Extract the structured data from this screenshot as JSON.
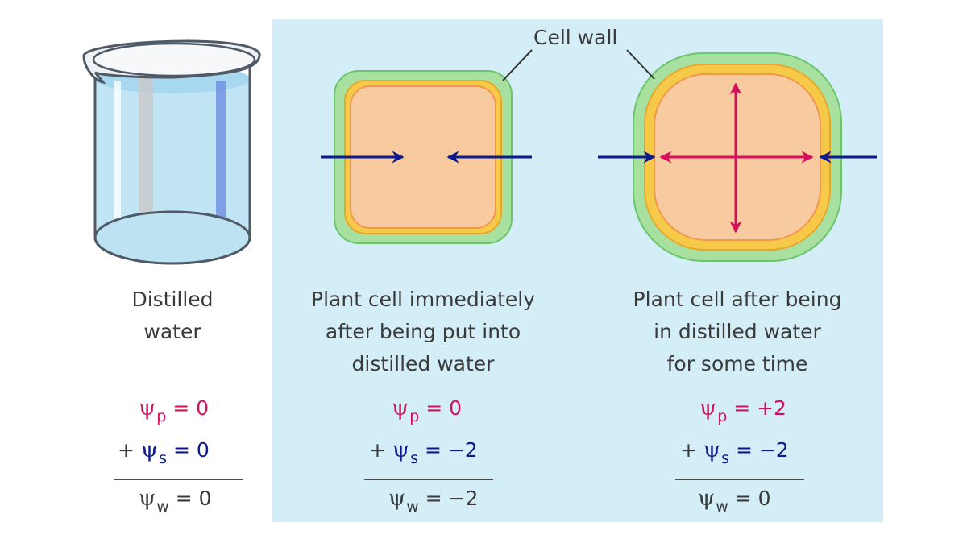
{
  "cell_wall_label": "Cell wall",
  "columns": [
    {
      "caption": [
        "Distilled",
        "water"
      ],
      "psi_p": "= 0",
      "plus": "+",
      "psi_s": "= 0",
      "psi_w": "= 0"
    },
    {
      "caption": [
        "Plant cell immediately",
        "after being put into",
        "distilled water"
      ],
      "psi_p": "= 0",
      "plus": "+",
      "psi_s": "= −2",
      "psi_w": "= −2"
    },
    {
      "caption": [
        "Plant cell after being",
        "in distilled water",
        "for some time"
      ],
      "psi_p": "= +2",
      "plus": "+",
      "psi_s": "= −2",
      "psi_w": "= 0"
    }
  ],
  "symbols": {
    "psi": "ψ",
    "p": "p",
    "s": "s",
    "w": "w"
  },
  "colors": {
    "panel": "#d4eef8",
    "cell_wall": "#a8e0a0",
    "membrane": "#f7c948",
    "cytoplasm": "#f8caa0",
    "pressure": "#d6105a",
    "solute": "#0e1a8c"
  }
}
